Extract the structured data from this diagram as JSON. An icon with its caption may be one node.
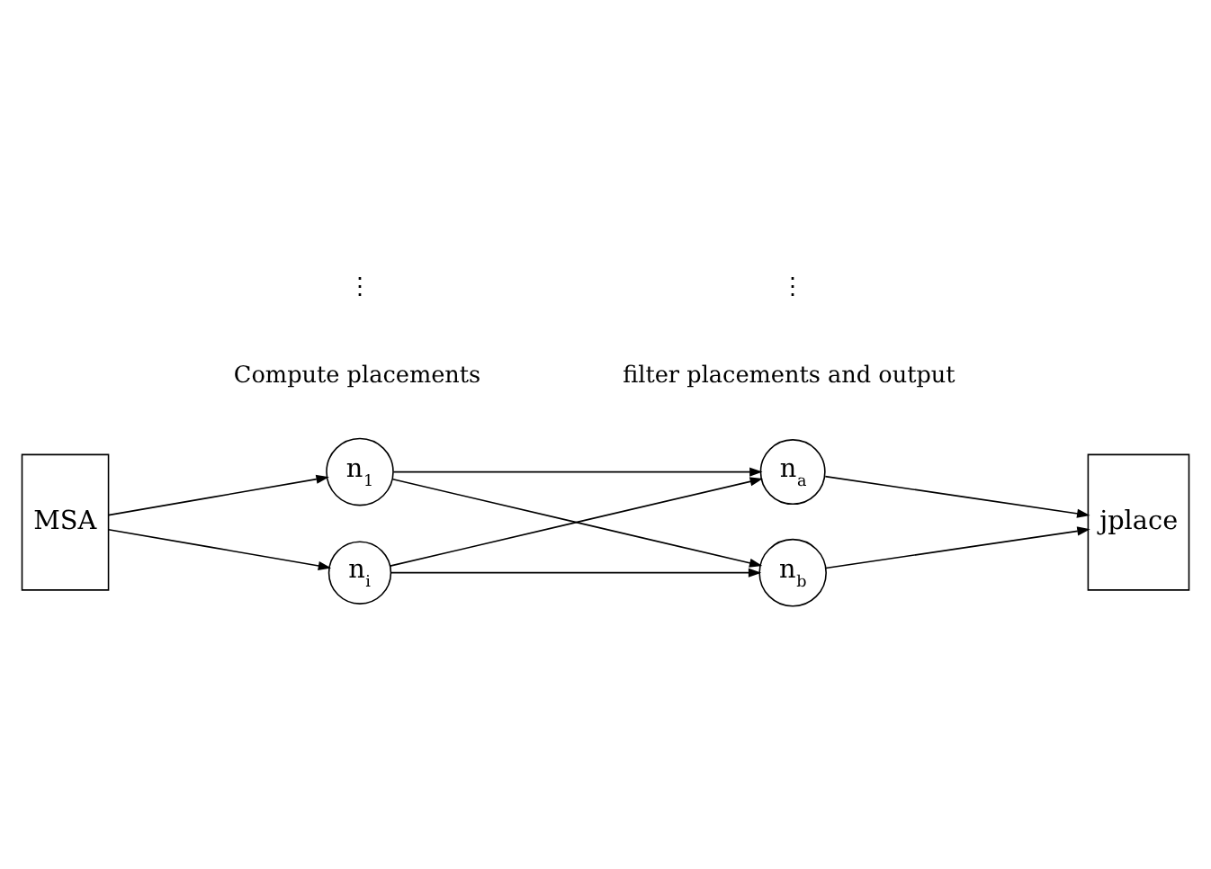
{
  "diagram": {
    "nodes": [
      {
        "text": [
          "MSA"
        ]
      },
      {
        "text": [
          "n$_{1}$"
        ]
      },
      {
        "text": [
          "n$_{i}$"
        ]
      },
      {
        "text": [
          "n$_{a}$"
        ]
      },
      {
        "text": [
          "n$_{b}$"
        ]
      },
      {
        "text": [
          "jplace"
        ]
      }
    ],
    "edges": [
      {
        "from": 0,
        "to": 1,
        "arrow": "to"
      },
      {
        "from": 0,
        "to": 2,
        "arrow": "to"
      },
      {
        "from": 1,
        "to": 3,
        "arrow": "to"
      },
      {
        "from": 1,
        "to": 4,
        "arrow": "to"
      },
      {
        "from": 2,
        "to": 3,
        "arrow": "to"
      },
      {
        "from": 2,
        "to": 4,
        "arrow": "to"
      },
      {
        "from": 3,
        "to": 5,
        "arrow": "to"
      },
      {
        "from": 4,
        "to": 5,
        "arrow": "to"
      }
    ],
    "labels": [
      "Compute placements",
      "filter placements and output",
      "⋮",
      "⋮"
    ]
  }
}
